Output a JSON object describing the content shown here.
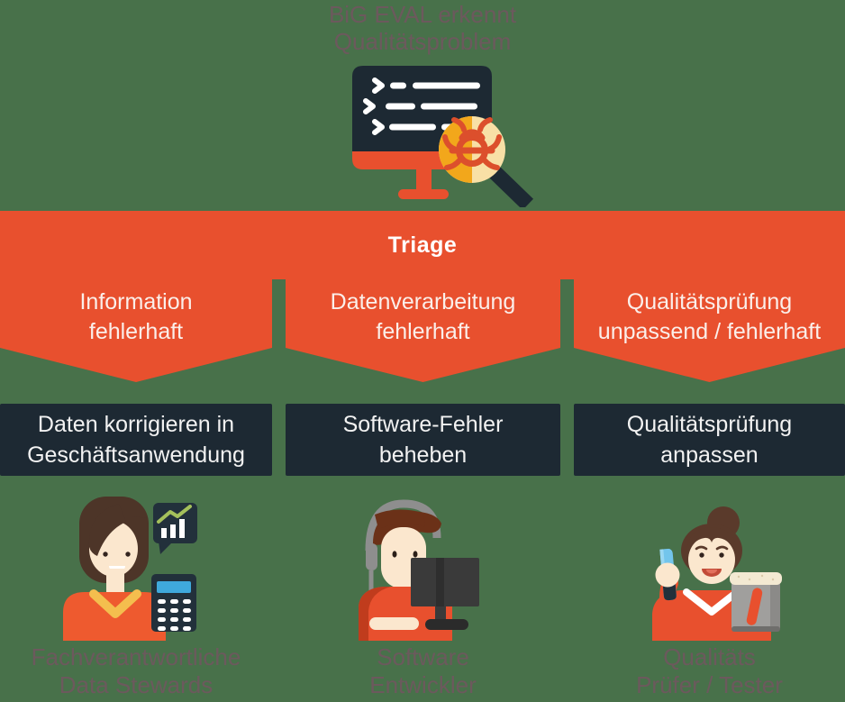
{
  "title": {
    "line1": "BiG EVAL erkennt",
    "line2": "Qualitätsproblem"
  },
  "hero_icon": "monitor-with-code-and-bug-magnifier",
  "triage": {
    "label": "Triage"
  },
  "branches": [
    {
      "cause": {
        "line1": "Information",
        "line2": "fehlerhaft"
      },
      "action": {
        "line1": "Daten korrigieren in",
        "line2": "Geschäftsanwendung"
      },
      "role": {
        "line1": "Fachverantwortliche",
        "line2": "Data Stewards"
      },
      "icon": "data-steward-woman-with-chart-and-calculator"
    },
    {
      "cause": {
        "line1": "Datenverarbeitung",
        "line2": "fehlerhaft"
      },
      "action": {
        "line1": "Software-Fehler",
        "line2": "beheben"
      },
      "role": {
        "line1": "Software",
        "line2": "Entwickler"
      },
      "icon": "software-developer-with-headphones-at-monitor"
    },
    {
      "cause": {
        "line1": "Qualitätsprüfung",
        "line2": "unpassend / fehlerhaft"
      },
      "action": {
        "line1": "Qualitätsprüfung",
        "line2": "anpassen"
      },
      "role": {
        "line1": "Qualitäts",
        "line2": "Prüfer / Tester"
      },
      "icon": "quality-tester-woman-with-test-tube"
    }
  ],
  "colors": {
    "background": "#48714A",
    "accent_orange": "#E8502E",
    "panel_dark": "#1D2933",
    "muted_text": "#6C595D",
    "magnifier_gold": "#F2A71B",
    "magnifier_cream": "#F8E0A6",
    "bug_red": "#DC4F2C",
    "skin": "#FBE7CE",
    "hair_brown": "#4D3528"
  }
}
